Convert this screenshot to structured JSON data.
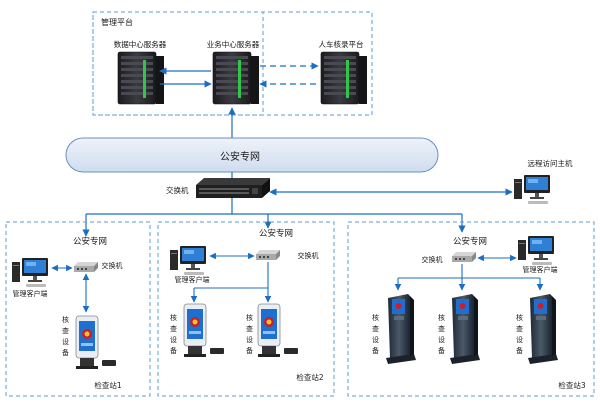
{
  "management": {
    "title": "管理平台"
  },
  "servers": {
    "data_center": "数据中心服务器",
    "business_center": "业务中心服务器",
    "verification_platform": "人车核录平台"
  },
  "network": {
    "main_label": "公安专网"
  },
  "core_switch": {
    "label": "交换机"
  },
  "remote_host": {
    "label": "远程访问主机"
  },
  "stations": [
    {
      "name": "检查站1",
      "network": "公安专网",
      "switch": "交换机",
      "client": "管理客户端",
      "device": "核查设备"
    },
    {
      "name": "检查站2",
      "network": "公安专网",
      "switch": "交换机",
      "client": "管理客户端",
      "device": "核查设备"
    },
    {
      "name": "检查站3",
      "network": "公安专网",
      "switch": "交换机",
      "client": "管理客户端",
      "device": "核查设备"
    }
  ],
  "colors": {
    "line": "#1b6fc2",
    "dash_border": "#5b9bd5",
    "cloud_fill": "#dde8f5",
    "cloud_stroke": "#6a8fc0",
    "server_dark": "#2b2b30",
    "server_accent": "#32c648",
    "kiosk_body": "#2d3a4a",
    "kiosk_screen": "#1e6fd0"
  },
  "icons": {
    "server": "server-icon",
    "switch": "network-switch-icon",
    "desktop": "desktop-computer-icon",
    "kiosk": "verification-kiosk-icon",
    "tablet_terminal": "face-verification-terminal-icon",
    "cloud": "network-cloud-icon"
  }
}
